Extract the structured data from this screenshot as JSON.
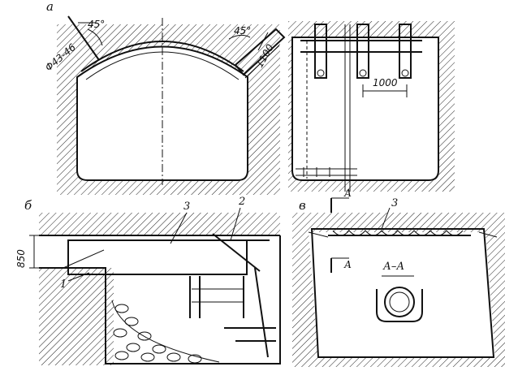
{
  "panels": {
    "a": {
      "label": "а",
      "dims": {
        "anchor_diameter": "Φ43-46",
        "angle_left": "45°",
        "angle_right": "45°",
        "bolt_length": "1100",
        "spacing": "1000"
      }
    },
    "b": {
      "label": "б",
      "dims": {
        "height": "850"
      },
      "callouts": [
        "1",
        "2",
        "3"
      ]
    },
    "v": {
      "label": "в",
      "callouts": [
        "3"
      ],
      "section_mark": "А",
      "section_title": "А–А"
    }
  }
}
